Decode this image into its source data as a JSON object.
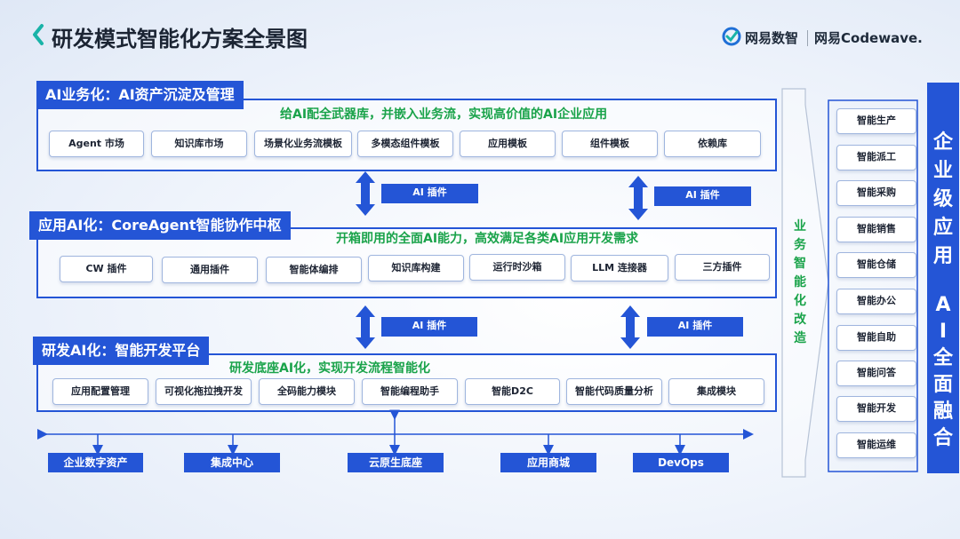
{
  "header": {
    "title": "研发模式智能化方案全景图",
    "logo_left": "网易数智",
    "logo_right": "网易Codewave."
  },
  "layers": [
    {
      "tag": "AI业务化：AI资产沉淀及管理",
      "slogan": "给AI配全武器库，并嵌入业务流，实现高价值的AI企业应用",
      "chips": [
        "Agent 市场",
        "知识库市场",
        "场景化业务流模板",
        "多模态组件模板",
        "应用模板",
        "组件模板",
        "依赖库"
      ]
    },
    {
      "tag": "应用AI化：CoreAgent智能协作中枢",
      "slogan": "开箱即用的全面AI能力，高效满足各类AI应用开发需求",
      "chips": [
        "CW 插件",
        "通用插件",
        "智能体编排",
        "知识库构建",
        "运行时沙箱",
        "LLM 连接器",
        "三方插件"
      ]
    },
    {
      "tag": "研发AI化：智能开发平台",
      "slogan": "研发底座AI化，实现开发流程智能化",
      "chips": [
        "应用配置管理",
        "可视化拖拉拽开发",
        "全码能力模块",
        "智能编程助手",
        "智能D2C",
        "智能代码质量分析",
        "集成模块"
      ]
    }
  ],
  "connector_label": "AI 插件",
  "base_items": [
    "企业数字资产",
    "集成中心",
    "云原生底座",
    "应用商城",
    "DevOps"
  ],
  "transform_label": "业务智能化改造",
  "apps": [
    "智能生产",
    "智能派工",
    "智能采购",
    "智能销售",
    "智能仓储",
    "智能办公",
    "智能自助",
    "智能问答",
    "智能开发",
    "智能运维"
  ],
  "right_column": {
    "top": "企业级应用",
    "bottom": "AI全面融合"
  },
  "colors": {
    "primary": "#2455d6",
    "accent_green": "#1aa34a",
    "logo_teal": "#1fb5a6"
  }
}
